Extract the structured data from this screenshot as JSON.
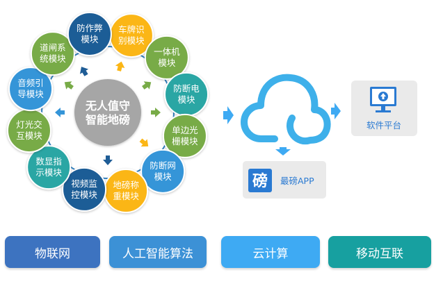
{
  "center": {
    "label": "无人值守\n智能地磅",
    "color": "#a6a6a6"
  },
  "modules": [
    {
      "label": "车牌识\n别模块",
      "color": "#fbb616"
    },
    {
      "label": "一体机\n模块",
      "color": "#78ab47"
    },
    {
      "label": "防断电\n模块",
      "color": "#2aa6a4"
    },
    {
      "label": "单边光\n栅模块",
      "color": "#78ab47"
    },
    {
      "label": "防断网\n模块",
      "color": "#3595d8"
    },
    {
      "label": "地磅称\n重模块",
      "color": "#fbb616"
    },
    {
      "label": "视频监\n控模块",
      "color": "#1f5d96"
    },
    {
      "label": "数显指\n示模块",
      "color": "#2aa6a4"
    },
    {
      "label": "灯光交\n互模块",
      "color": "#78ab47"
    },
    {
      "label": "音频引\n导模块",
      "color": "#3595d8"
    },
    {
      "label": "道闸系\n统模块",
      "color": "#78ab47"
    },
    {
      "label": "防作弊\n模块",
      "color": "#1f5d96"
    }
  ],
  "cloud": {
    "icon": "cloud-icon",
    "color": "#3eb0ea"
  },
  "app": {
    "icon_char": "磅",
    "label": "最磅APP",
    "icon_color": "#2a7ad2"
  },
  "platform": {
    "icon": "monitor-icon",
    "label": "软件平台",
    "icon_color": "#2a7ad2"
  },
  "badges": [
    {
      "label": "物联网",
      "color": "#3d73c0"
    },
    {
      "label": "人工智能算法",
      "color": "#3c91d6"
    },
    {
      "label": "云计算",
      "color": "#3eaaf3"
    },
    {
      "label": "移动互联",
      "color": "#17a0a0"
    }
  ]
}
